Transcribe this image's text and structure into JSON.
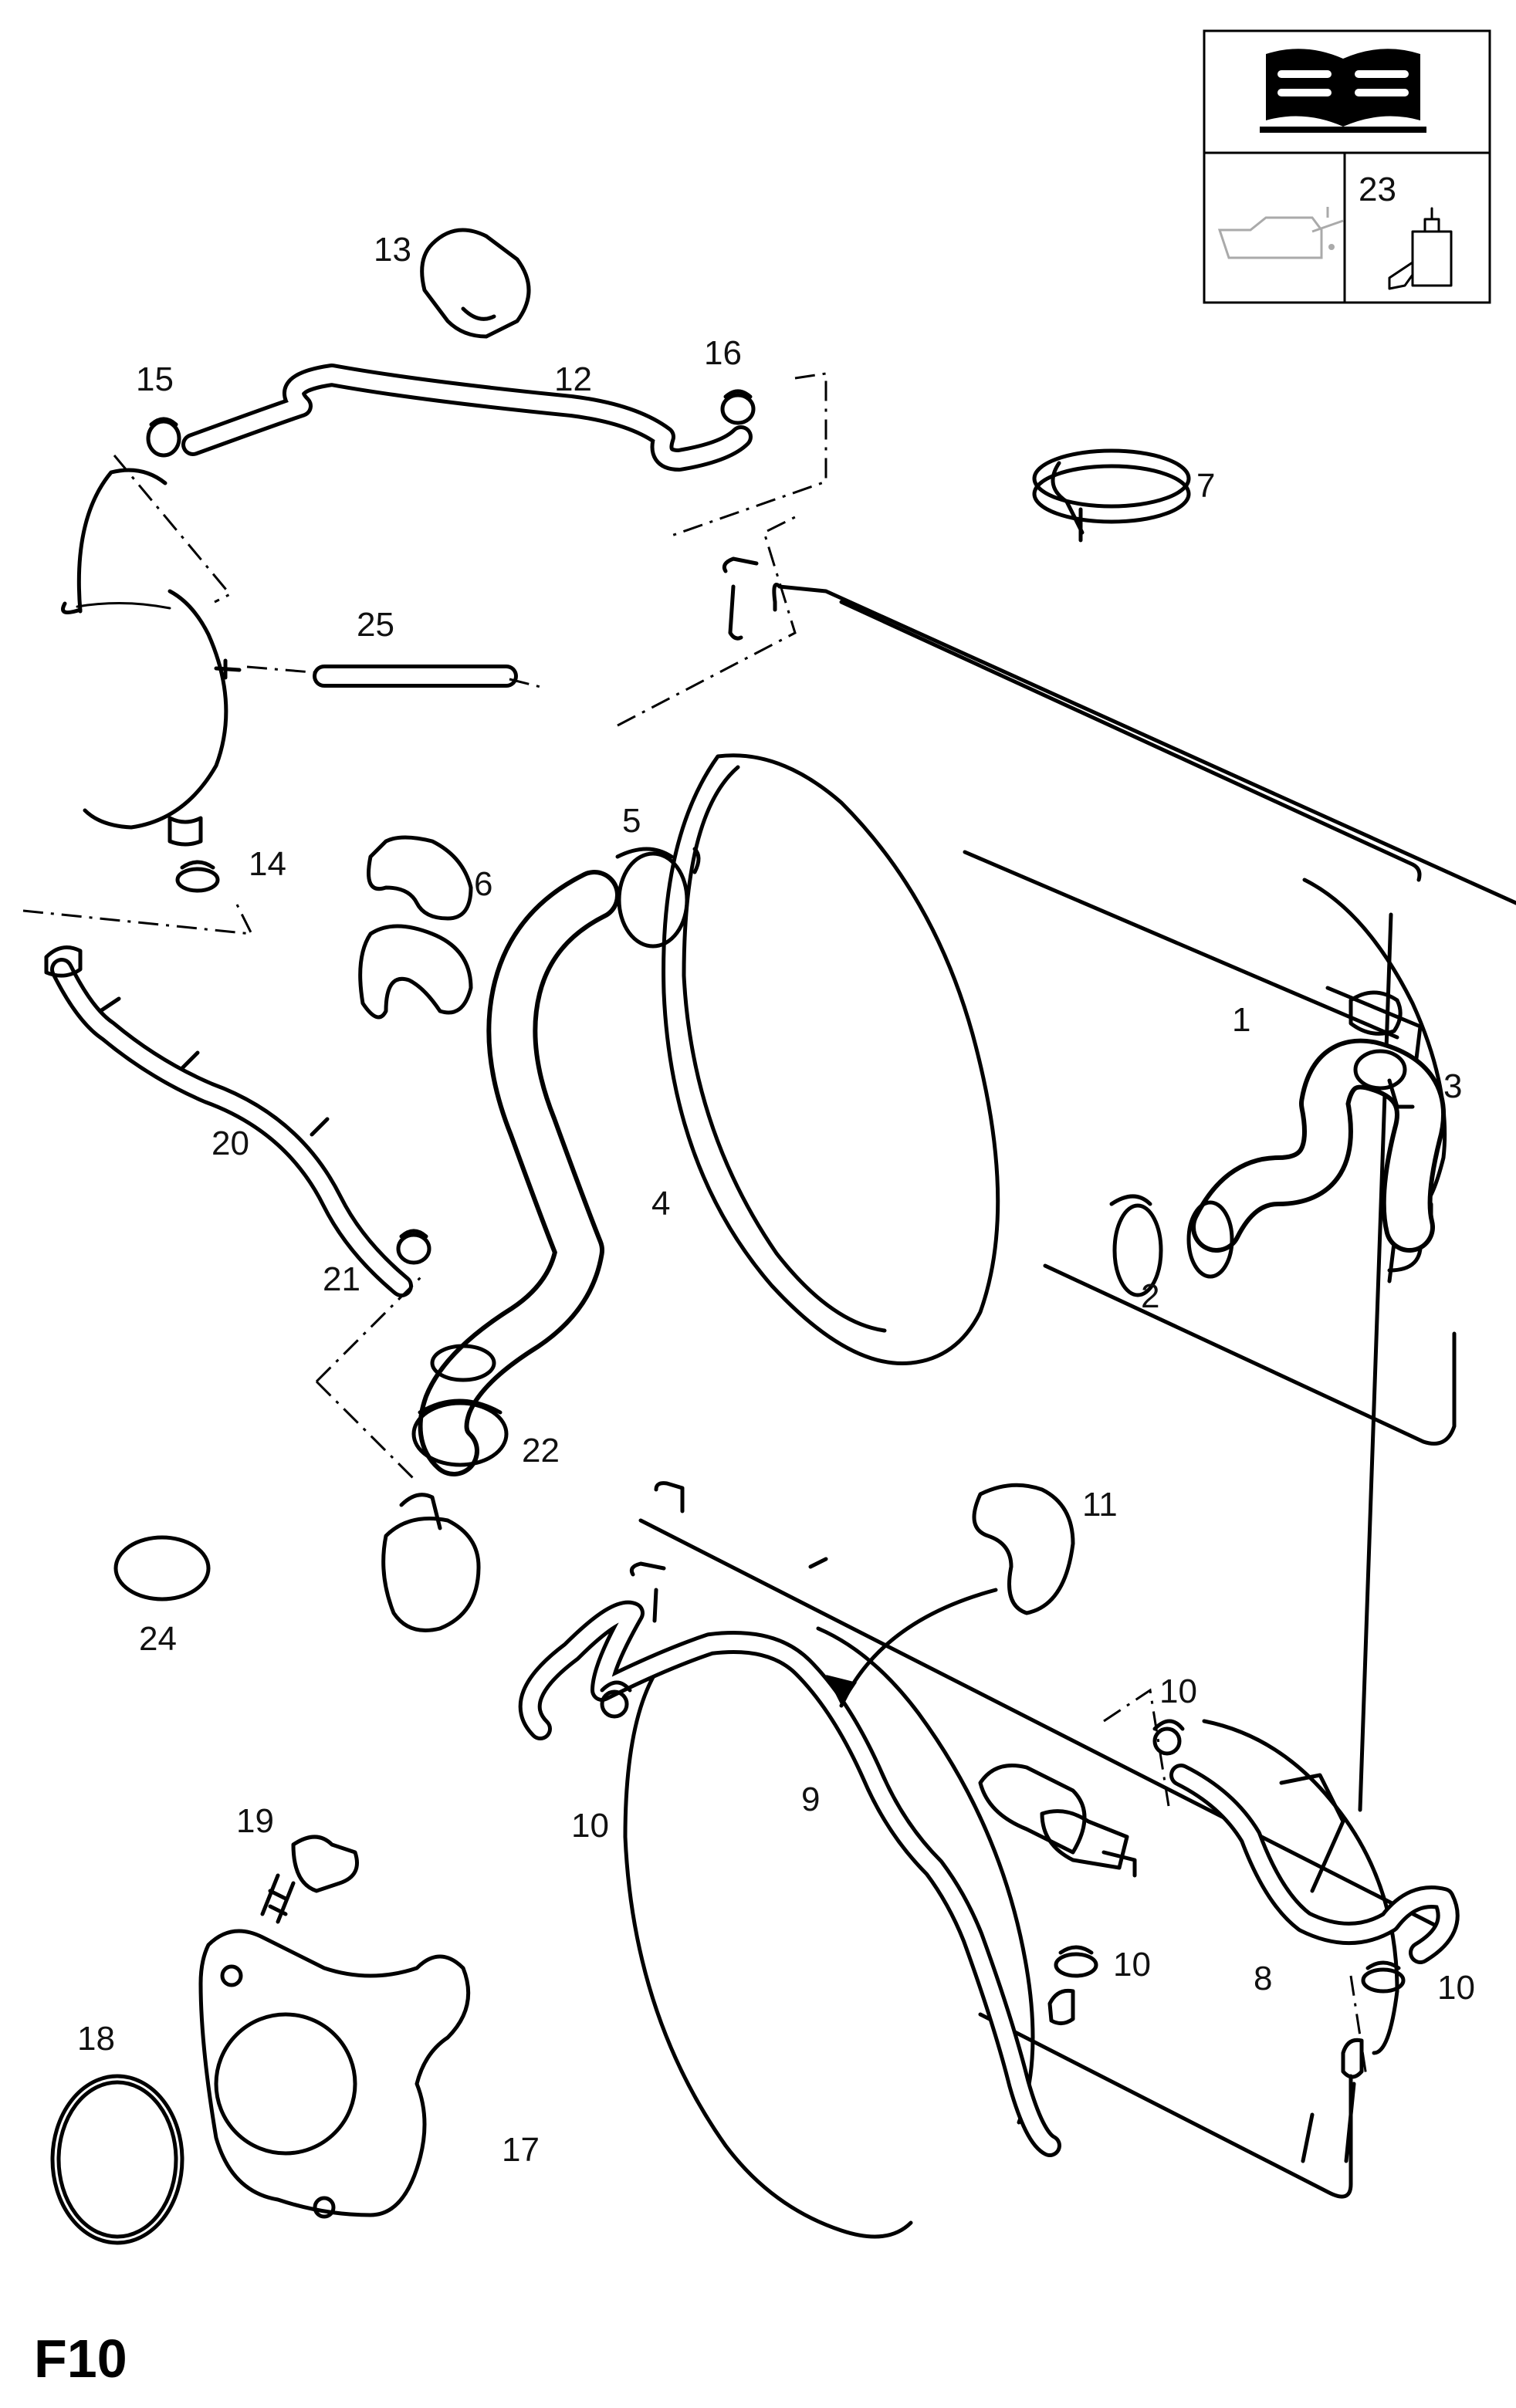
{
  "page": {
    "label": "F10"
  },
  "legend": {
    "callout": "23"
  },
  "callouts": [
    {
      "id": "c1",
      "text": "1"
    },
    {
      "id": "c2",
      "text": "2"
    },
    {
      "id": "c3",
      "text": "3"
    },
    {
      "id": "c4",
      "text": "4"
    },
    {
      "id": "c5",
      "text": "5"
    },
    {
      "id": "c6",
      "text": "6"
    },
    {
      "id": "c7",
      "text": "7"
    },
    {
      "id": "c8",
      "text": "8"
    },
    {
      "id": "c9",
      "text": "9"
    },
    {
      "id": "c10a",
      "text": "10"
    },
    {
      "id": "c10b",
      "text": "10"
    },
    {
      "id": "c10c",
      "text": "10"
    },
    {
      "id": "c10d",
      "text": "10"
    },
    {
      "id": "c11",
      "text": "11"
    },
    {
      "id": "c12",
      "text": "12"
    },
    {
      "id": "c13",
      "text": "13"
    },
    {
      "id": "c14",
      "text": "14"
    },
    {
      "id": "c15",
      "text": "15"
    },
    {
      "id": "c16",
      "text": "16"
    },
    {
      "id": "c17",
      "text": "17"
    },
    {
      "id": "c18",
      "text": "18"
    },
    {
      "id": "c19",
      "text": "19"
    },
    {
      "id": "c20",
      "text": "20"
    },
    {
      "id": "c21",
      "text": "21"
    },
    {
      "id": "c22",
      "text": "22"
    },
    {
      "id": "c24",
      "text": "24"
    },
    {
      "id": "c25",
      "text": "25"
    }
  ]
}
